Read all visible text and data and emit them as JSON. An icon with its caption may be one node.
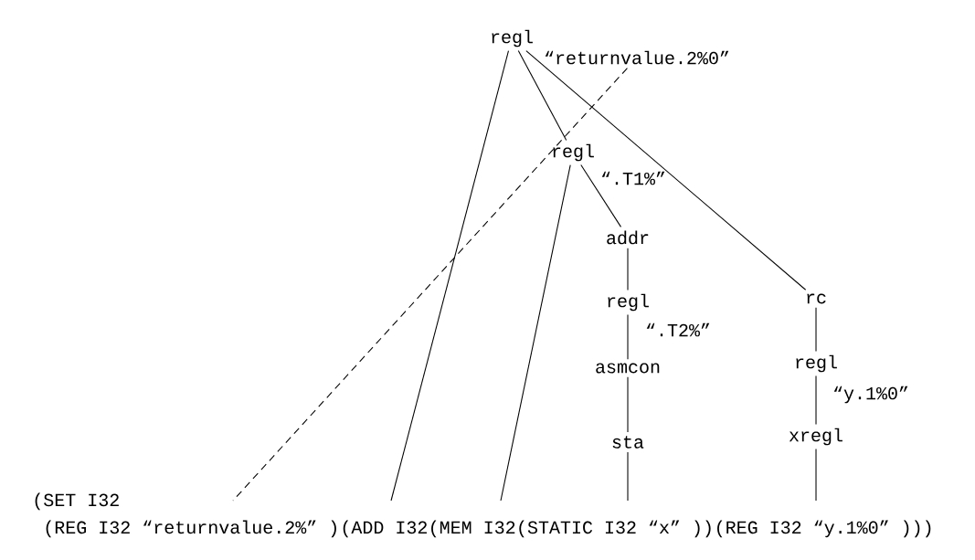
{
  "diagram": {
    "nodes": [
      {
        "text": [
          "regl"
        ]
      },
      {
        "text": [
          "“returnvalue.2%0”"
        ]
      },
      {
        "text": [
          "regl"
        ],
        "beside": [
          "“.T1%”"
        ]
      },
      {
        "text": [
          "addr"
        ]
      },
      {
        "text": [
          "regl"
        ],
        "beside": [
          "“.T2%”"
        ]
      },
      {
        "text": [
          "asmcon"
        ]
      },
      {
        "text": [
          "sta"
        ]
      },
      {
        "text": [
          "rc"
        ]
      },
      {
        "text": [
          "regl"
        ],
        "beside": [
          "“y.1%0”"
        ]
      },
      {
        "text": [
          "xregl"
        ]
      },
      {
        "text": [
          "(REG I32 “returnvalue.2%” )"
        ]
      },
      {
        "text": [
          "(ADD I32"
        ]
      },
      {
        "text": [
          "(MEM I32"
        ]
      },
      {
        "text": [
          "(STATIC I32 “x” ))"
        ]
      },
      {
        "text": [
          "(REG I32 “y.1%0” )))"
        ]
      }
    ],
    "edges": [
      {
        "from": 0,
        "to": 2,
        "arrow": "none"
      },
      {
        "from": 0,
        "to": 11,
        "arrow": "none"
      },
      {
        "from": 0,
        "to": 7,
        "arrow": "none"
      },
      {
        "from": 1,
        "to": 10,
        "arrow": "none",
        "style": "dashed"
      },
      {
        "from": 2,
        "to": 12,
        "arrow": "none"
      },
      {
        "from": 2,
        "to": 3,
        "arrow": "none"
      },
      {
        "from": 3,
        "to": 4,
        "arrow": "none"
      },
      {
        "from": 4,
        "to": 5,
        "arrow": "none"
      },
      {
        "from": 5,
        "to": 6,
        "arrow": "none"
      },
      {
        "from": 6,
        "to": 13,
        "arrow": "none"
      },
      {
        "from": 7,
        "to": 8,
        "arrow": "none"
      },
      {
        "from": 8,
        "to": 9,
        "arrow": "none"
      },
      {
        "from": 9,
        "to": 14,
        "arrow": "none"
      }
    ],
    "labels": [
      "(SET I32"
    ]
  }
}
